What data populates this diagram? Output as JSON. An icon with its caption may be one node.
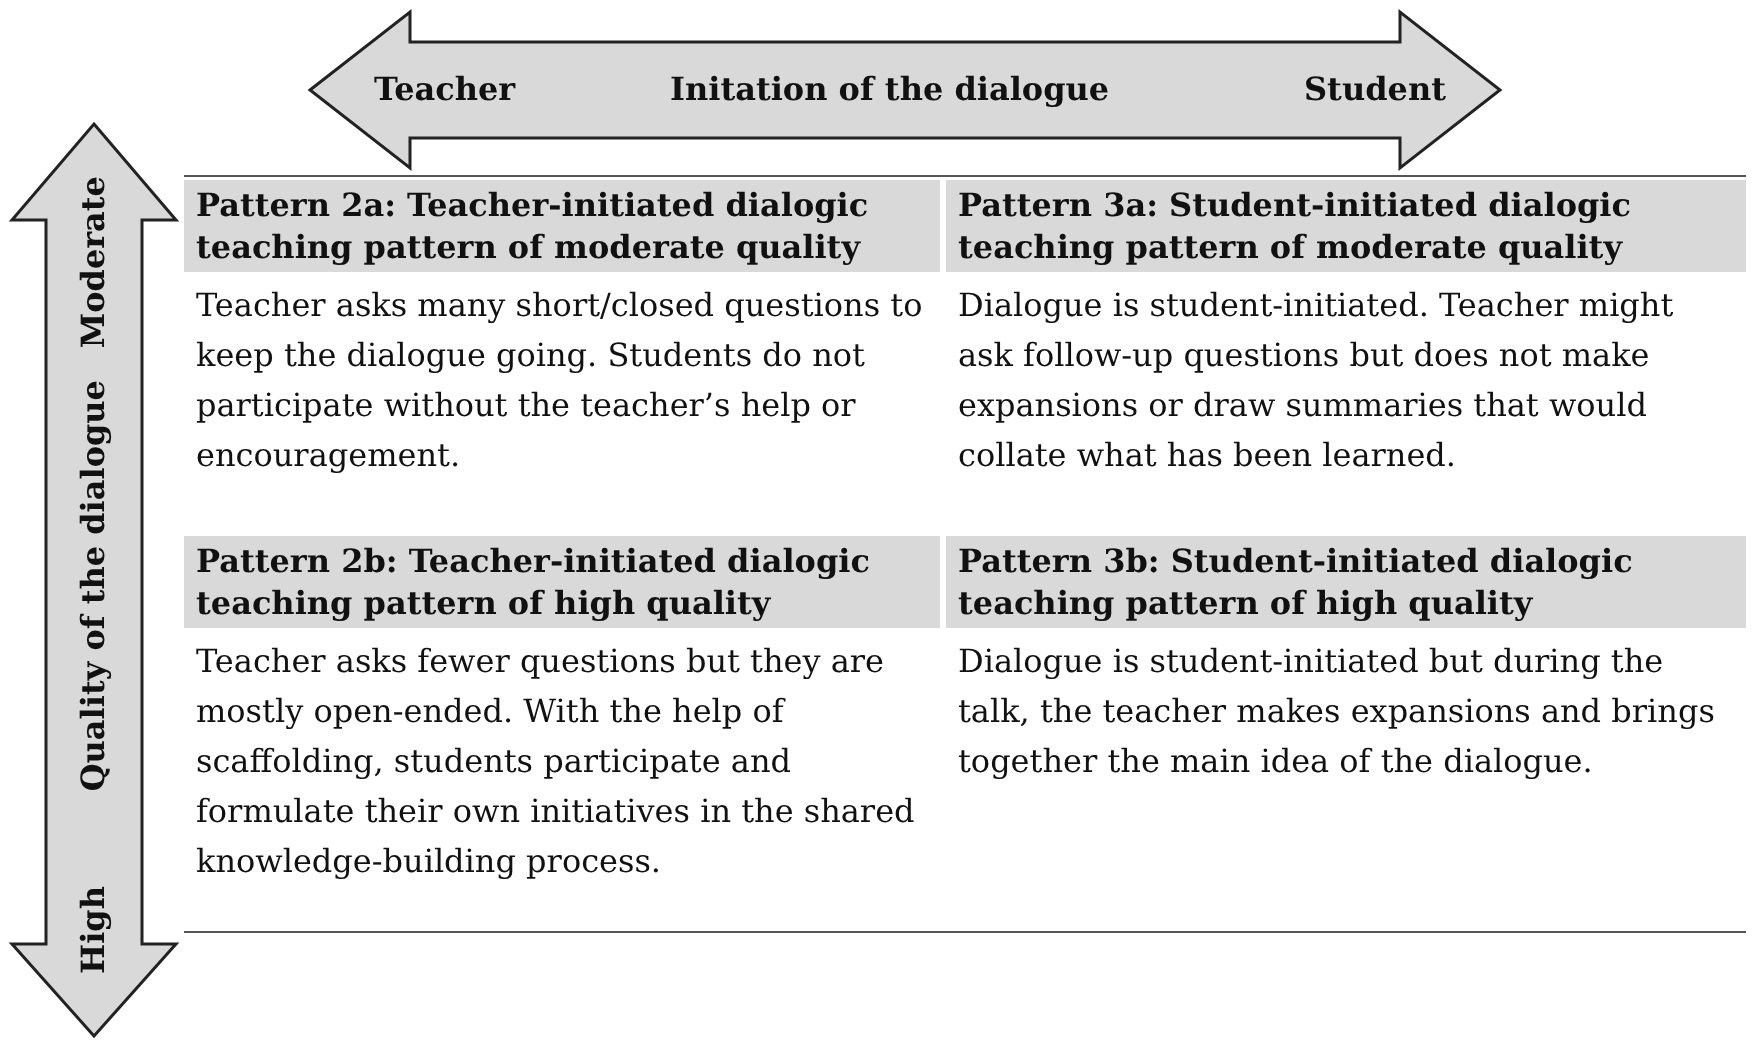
{
  "diagram": {
    "nodes": [
      {
        "text": [
          "Pattern 2a: Teacher-initiated dialogic teaching pattern of moderate quality",
          "Teacher asks many short/closed questions to keep the dialogue going. Students do not participate without the teacher’s help or encouragement."
        ]
      },
      {
        "text": [
          "Pattern 3a: Student-initiated dialogic teaching pattern of moderate quality",
          "Dialogue is student-initiated. Teacher might ask follow-up questions but does not make expansions or draw summaries that would collate what has been learned."
        ]
      },
      {
        "text": [
          "Pattern 2b: Teacher-initiated dialogic teaching pattern of high quality",
          "Teacher asks fewer questions but they are mostly open-ended. With the help of scaffolding, students participate and formulate their own initiatives in the shared knowledge-building process."
        ]
      },
      {
        "text": [
          "Pattern 3b: Student-initiated dialogic teaching pattern of high quality",
          "Dialogue is student-initiated but during the talk, the teacher makes expansions and brings together the main idea of the dialogue."
        ]
      }
    ],
    "labels": [
      "Teacher",
      "Initation of the dialogue",
      "Student",
      "Moderate",
      "Quality of the dialogue",
      "High"
    ]
  }
}
